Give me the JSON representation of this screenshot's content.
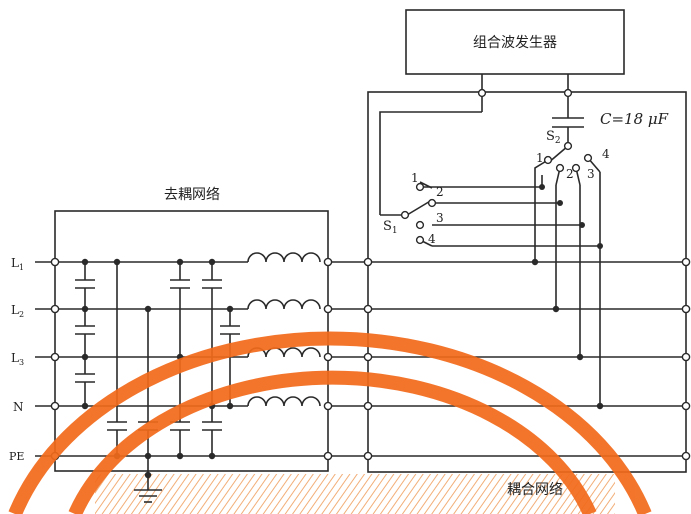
{
  "generator": {
    "label": "组合波发生器"
  },
  "decoupling": {
    "label": "去耦网络"
  },
  "coupling": {
    "label": "耦合网络"
  },
  "capacitor": {
    "label": "C=18 μF"
  },
  "switches": {
    "s1": {
      "label": "S1",
      "positions": [
        "1",
        "2",
        "3",
        "4"
      ]
    },
    "s2": {
      "label": "S2",
      "positions": [
        "1",
        "2",
        "3",
        "4"
      ]
    }
  },
  "lines": [
    "L1",
    "L2",
    "L3",
    "N",
    "PE"
  ],
  "colors": {
    "wire": "#2a2a2a",
    "overlay_arc": "#f26a1b"
  }
}
